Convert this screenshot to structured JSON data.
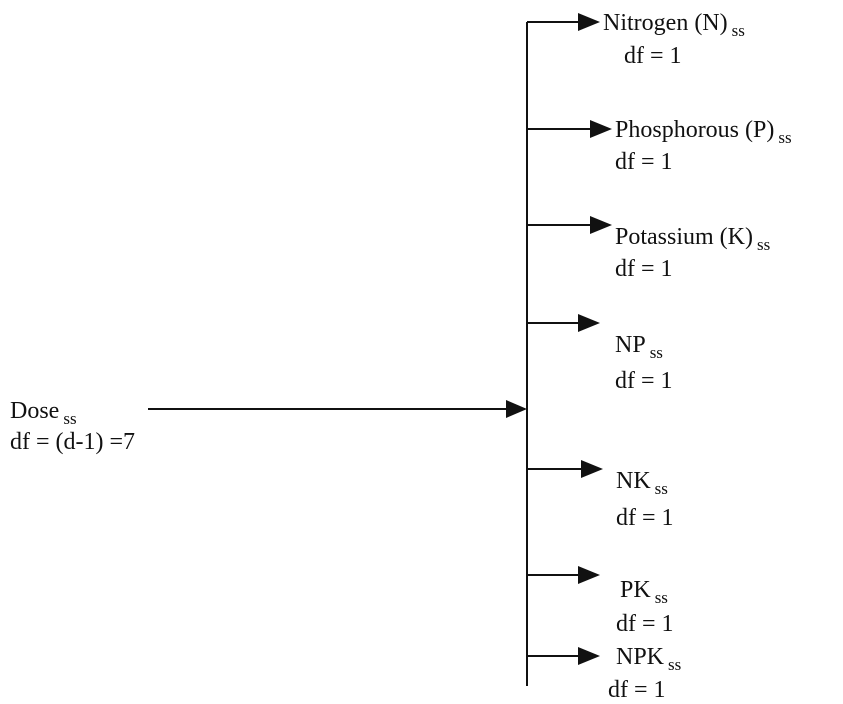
{
  "source": {
    "name": "Dose",
    "subscript": "ss",
    "df": "df = (d-1) =7"
  },
  "components": [
    {
      "name": "Nitrogen (N)",
      "subscript": "ss",
      "df": "df = 1"
    },
    {
      "name": "Phosphorous (P)",
      "subscript": "ss",
      "df": "df = 1"
    },
    {
      "name": "Potassium (K)",
      "subscript": "ss",
      "df": "df = 1"
    },
    {
      "name": "NP",
      "subscript": "ss",
      "df": "df = 1"
    },
    {
      "name": "NK",
      "subscript": "ss",
      "df": "df = 1"
    },
    {
      "name": "PK",
      "subscript": "ss",
      "df": "df = 1"
    },
    {
      "name": "NPK",
      "subscript": "ss",
      "df": "df = 1"
    }
  ]
}
